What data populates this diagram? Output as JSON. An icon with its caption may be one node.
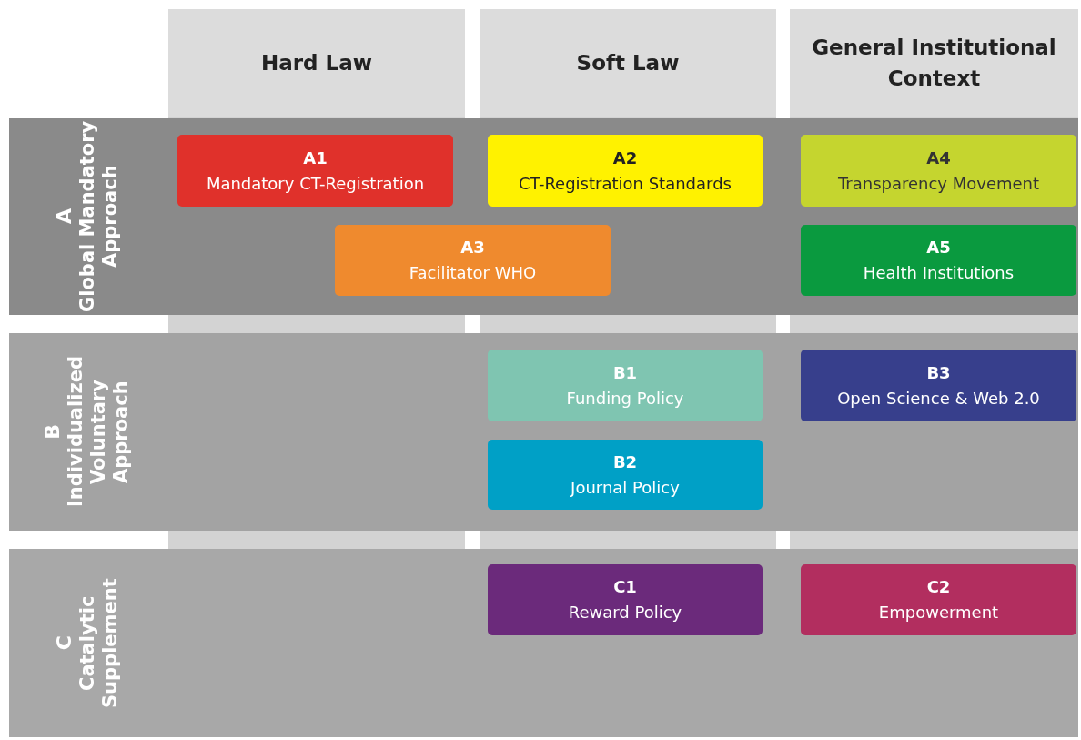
{
  "diagram": {
    "nodes": [
      {
        "text": [
          "Hard Law"
        ]
      },
      {
        "text": [
          "Soft Law"
        ]
      },
      {
        "text": [
          "General Institutional Context"
        ]
      },
      {
        "text": [
          "A",
          "Global Mandatory Approach"
        ]
      },
      {
        "text": [
          "A1",
          "Mandatory CT-Registration"
        ],
        "in": 3
      },
      {
        "text": [
          "A2",
          "CT-Registration Standards"
        ],
        "in": 3
      },
      {
        "text": [
          "A4",
          "Transparency Movement"
        ],
        "in": 3
      },
      {
        "text": [
          "A3",
          "Facilitator WHO"
        ],
        "in": 3
      },
      {
        "text": [
          "A5",
          "Health Institutions"
        ],
        "in": 3
      },
      {
        "text": [
          "B",
          "Individualized Voluntary Approach"
        ]
      },
      {
        "text": [
          "B1",
          "Funding Policy"
        ],
        "in": 9
      },
      {
        "text": [
          "B3",
          "Open Science & Web 2.0"
        ],
        "in": 9
      },
      {
        "text": [
          "B2",
          "Journal Policy"
        ],
        "in": 9
      },
      {
        "text": [
          "C",
          "Catalytic Supplement"
        ]
      },
      {
        "text": [
          "C1",
          "Reward Policy"
        ],
        "in": 13
      },
      {
        "text": [
          "C2",
          "Empowerment"
        ],
        "in": 13
      }
    ]
  }
}
